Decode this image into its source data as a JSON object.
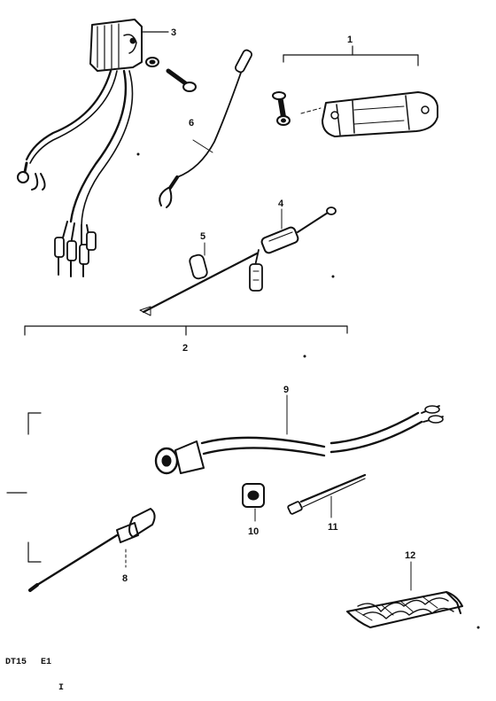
{
  "callouts": {
    "p1": "1",
    "p2": "2",
    "p3": "3",
    "p4": "4",
    "p5": "5",
    "p6": "6",
    "p8": "8",
    "p9": "9",
    "p10": "10",
    "p11": "11",
    "p12": "12"
  },
  "footer": {
    "model_code": "DT15",
    "region_code": "E1",
    "mark": "I"
  },
  "icons": [
    "rectifier-icon",
    "screw-icon",
    "lead-wire-icon",
    "ignition-coil-icon",
    "harness-icon",
    "sleeve-icon",
    "plug-cap-icon",
    "cable-icon",
    "grommet-icon",
    "wire-tie-icon",
    "packet-icon"
  ]
}
